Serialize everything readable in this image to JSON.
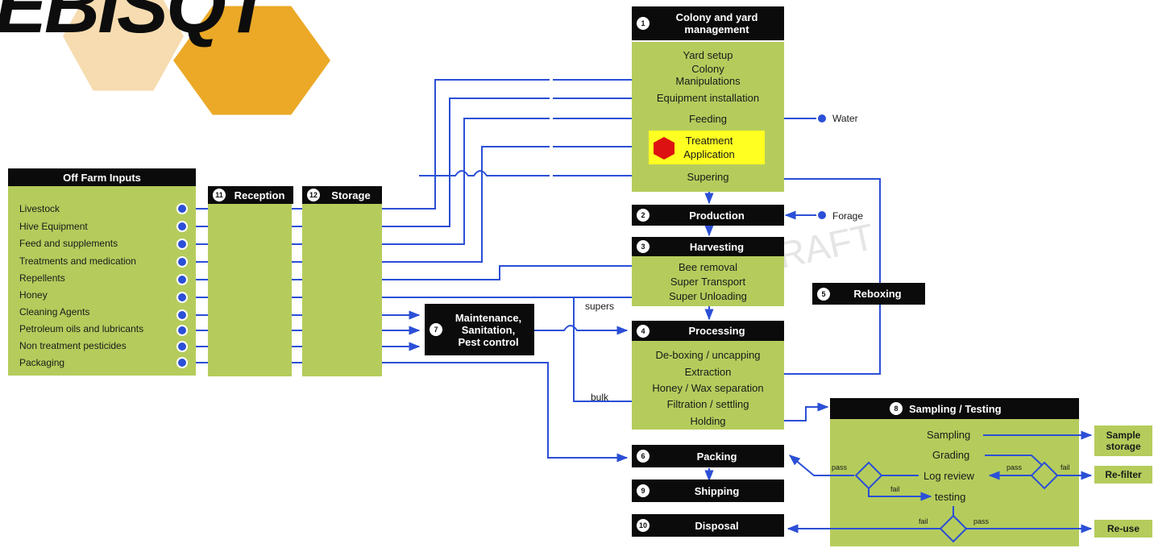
{
  "logo": {
    "text": "EBISQT"
  },
  "off_farm": {
    "title": "Off Farm Inputs",
    "items": [
      "Livestock",
      "Hive Equipment",
      "Feed and supplements",
      "Treatments and medication",
      "Repellents",
      "Honey",
      "Cleaning Agents",
      "Petroleum oils and lubricants",
      "Non treatment pesticides",
      "Packaging"
    ]
  },
  "reception": {
    "number": "11",
    "title": "Reception"
  },
  "storage": {
    "number": "12",
    "title": "Storage"
  },
  "colony": {
    "number": "1",
    "title_line1": "Colony and yard",
    "title_line2": "management",
    "items": [
      "Yard setup",
      "Colony",
      "Manipulations",
      "Equipment installation",
      "Feeding"
    ],
    "treatment_line1": "Treatment",
    "treatment_line2": "Application",
    "supering": "Supering"
  },
  "water": {
    "label": "Water"
  },
  "forage": {
    "label": "Forage"
  },
  "production": {
    "number": "2",
    "title": "Production"
  },
  "harvesting": {
    "number": "3",
    "title": "Harvesting",
    "items": [
      "Bee removal",
      "Super Transport",
      "Super Unloading"
    ]
  },
  "maintenance": {
    "number": "7",
    "line1": "Maintenance,",
    "line2": "Sanitation,",
    "line3": "Pest control"
  },
  "processing": {
    "number": "4",
    "title": "Processing",
    "items": [
      "De-boxing / uncapping",
      "Extraction",
      "Honey / Wax separation",
      "Filtration / settling",
      "Holding"
    ]
  },
  "reboxing": {
    "number": "5",
    "title": "Reboxing"
  },
  "labels": {
    "supers": "supers",
    "bulk": "bulk",
    "pass": "pass",
    "fail": "fail"
  },
  "packing": {
    "number": "6",
    "title": "Packing"
  },
  "shipping": {
    "number": "9",
    "title": "Shipping"
  },
  "disposal": {
    "number": "10",
    "title": "Disposal"
  },
  "sampling": {
    "number": "8",
    "title": "Sampling / Testing",
    "items": [
      "Sampling",
      "Grading",
      "Log review",
      "testing"
    ]
  },
  "outputs": {
    "sample_line1": "Sample",
    "sample_line2": "storage",
    "refilter": "Re-filter",
    "reuse": "Re-use"
  },
  "watermark": "RAFT",
  "colors": {
    "green": "#b5cc5c",
    "blue": "#2b4fd6",
    "black": "#0b0b0b",
    "treatment": "#ffff22",
    "treatment_icon": "#dd1111"
  }
}
